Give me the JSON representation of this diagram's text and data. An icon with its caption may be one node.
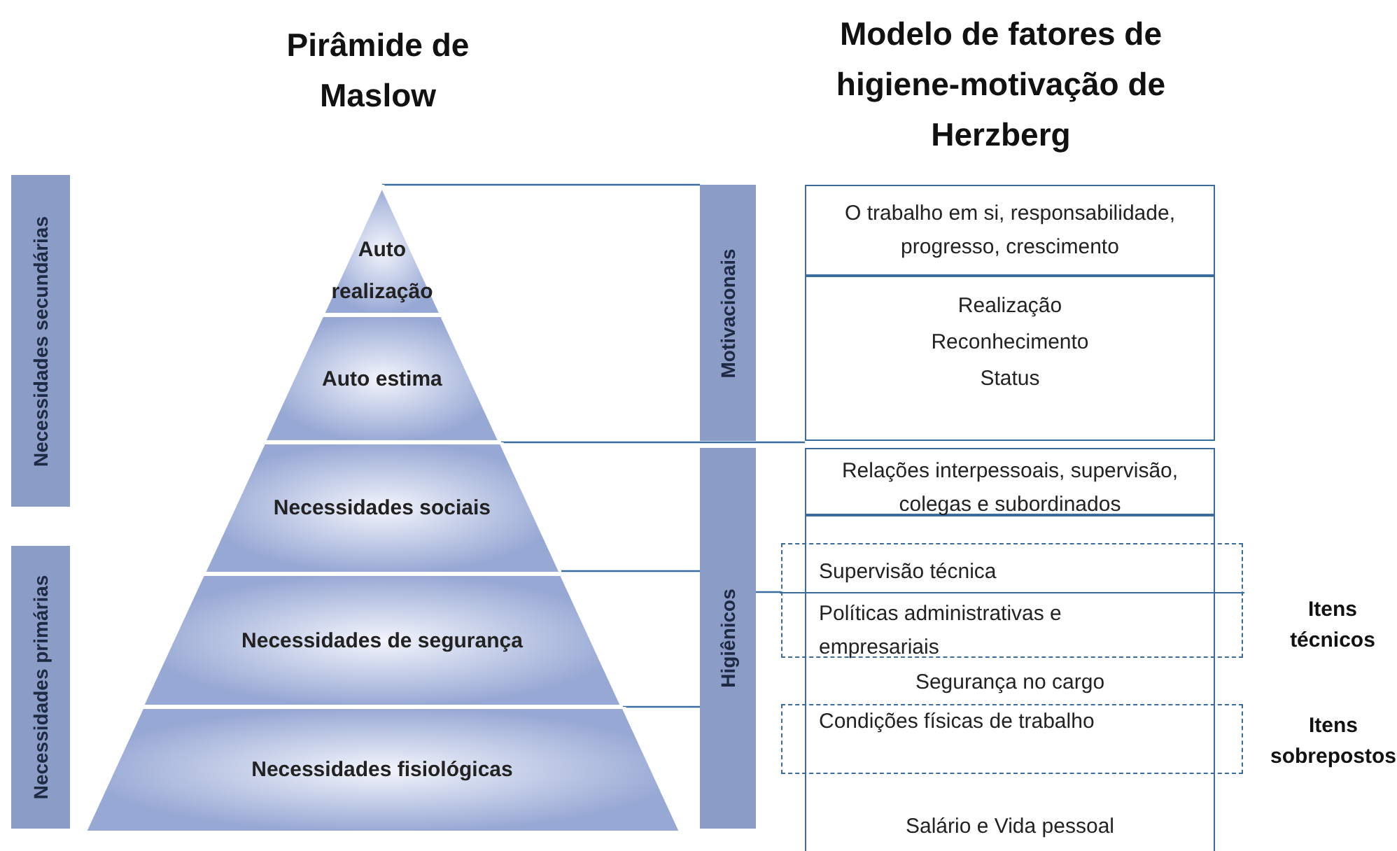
{
  "diagram": {
    "nodes": [
      {
        "text": [
          "Necessidades secundárias"
        ]
      },
      {
        "text": [
          "Necessidades primárias"
        ]
      },
      {
        "text": [
          "Auto realização"
        ]
      },
      {
        "text": [
          "Auto estima"
        ]
      },
      {
        "text": [
          "Necessidades sociais"
        ]
      },
      {
        "text": [
          "Necessidades de segurança"
        ]
      },
      {
        "text": [
          "Necessidades fisiológicas"
        ]
      },
      {
        "text": [
          "Motivacionais"
        ]
      },
      {
        "text": [
          "Higiênicos"
        ]
      },
      {
        "text": [
          "O trabalho em si, responsabilidade, progresso, crescimento"
        ]
      },
      {
        "text": [
          "Realização",
          "Reconhecimento",
          "Status"
        ]
      },
      {
        "text": [
          "Relações interpessoais, supervisão, colegas e subordinados"
        ]
      },
      {
        "text": [
          "Segurança no cargo",
          "Salário e Vida pessoal"
        ]
      },
      {
        "text": [
          "Supervisão técnica",
          "Políticas administrativas e empresariais"
        ],
        "beside": [
          "Itens técnicos"
        ]
      },
      {
        "text": [
          "Condições físicas de trabalho"
        ],
        "beside": [
          "Itens sobrepostos"
        ]
      }
    ],
    "edges": [
      {
        "from": 2,
        "to": 7,
        "arrow": "none"
      },
      {
        "from": 3,
        "to": 10,
        "arrow": "none"
      },
      {
        "from": 4,
        "to": 8,
        "arrow": "none"
      },
      {
        "from": 5,
        "to": 8,
        "arrow": "none"
      },
      {
        "from": 8,
        "to": 13,
        "arrow": "none"
      }
    ],
    "labels": [
      "Pirâmide de Maslow",
      "Modelo de fatores de higiene-motivação de Herzberg"
    ]
  }
}
